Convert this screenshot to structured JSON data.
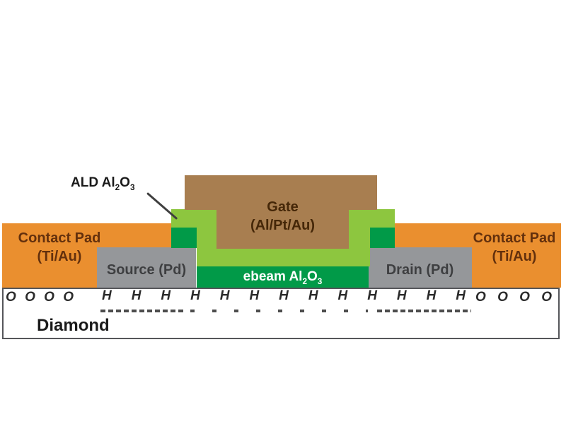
{
  "title": "Diamond FET cross-section schematic",
  "colors": {
    "background": "#ffffff",
    "contact_pad_orange": "#EA8F2F",
    "ald_oxide_light_green": "#8DC63F",
    "ebeam_oxide_dark_green": "#019A48",
    "gate_brown": "#A87E50",
    "metal_gray": "#95979A",
    "substrate_border_gray": "#55565a",
    "pad_text_brown": "#63300D",
    "gate_text_brown": "#452708",
    "metal_text_dark": "#3E3F41",
    "ebeam_text_white": "#FFFFFF",
    "annotation_text_black": "#1A1A1A",
    "termination_text_black": "#2B2B2B",
    "dash_gray": "#4D4D4D",
    "pointer_line_dark": "#3F3F3F"
  },
  "annotation": {
    "ald_pre": "ALD Al",
    "ald_sub1": "2",
    "ald_mid": "O",
    "ald_sub2": "3"
  },
  "gate": {
    "line1": "Gate",
    "line2": "(Al/Pt/Au)"
  },
  "contact_pad_left": {
    "line1": "Contact Pad",
    "line2": "(Ti/Au)"
  },
  "contact_pad_right": {
    "line1": "Contact Pad",
    "line2": "(Ti/Au)"
  },
  "source": {
    "label": "Source (Pd)"
  },
  "drain": {
    "label": "Drain (Pd)"
  },
  "ebeam_oxide": {
    "pre": "ebeam Al",
    "sub1": "2",
    "mid": "O",
    "sub2": "3"
  },
  "substrate": {
    "label": "Diamond"
  },
  "surface_termination": {
    "left_oxygen": [
      "O",
      "O",
      "O",
      "O"
    ],
    "hydrogen": [
      "H",
      "H",
      "H",
      "H",
      "H",
      "H",
      "H",
      "H",
      "H",
      "H",
      "H",
      "H",
      "H"
    ],
    "right_oxygen": [
      "O",
      "O",
      "O",
      "O"
    ]
  }
}
